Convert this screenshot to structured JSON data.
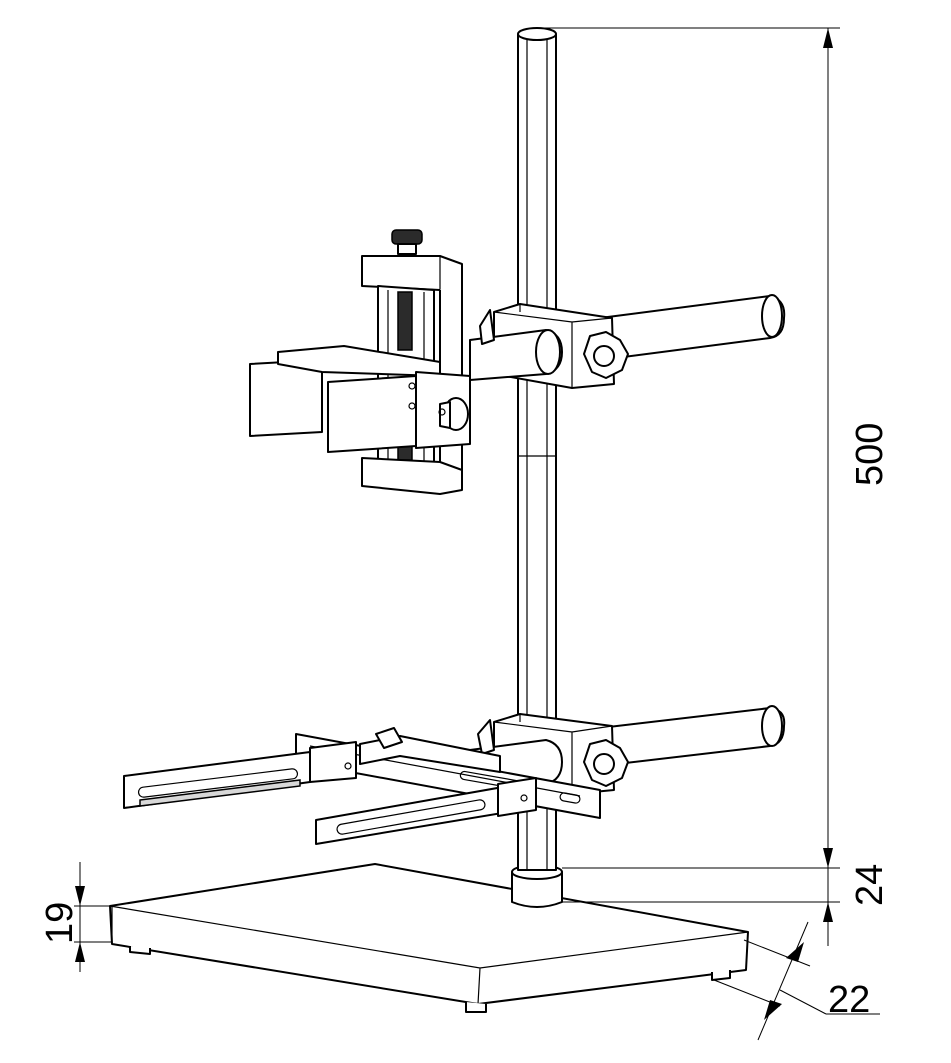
{
  "dimensions": {
    "column_height": "500",
    "collar_height": "24",
    "base_thickness": "19",
    "corner_radius": "22"
  }
}
